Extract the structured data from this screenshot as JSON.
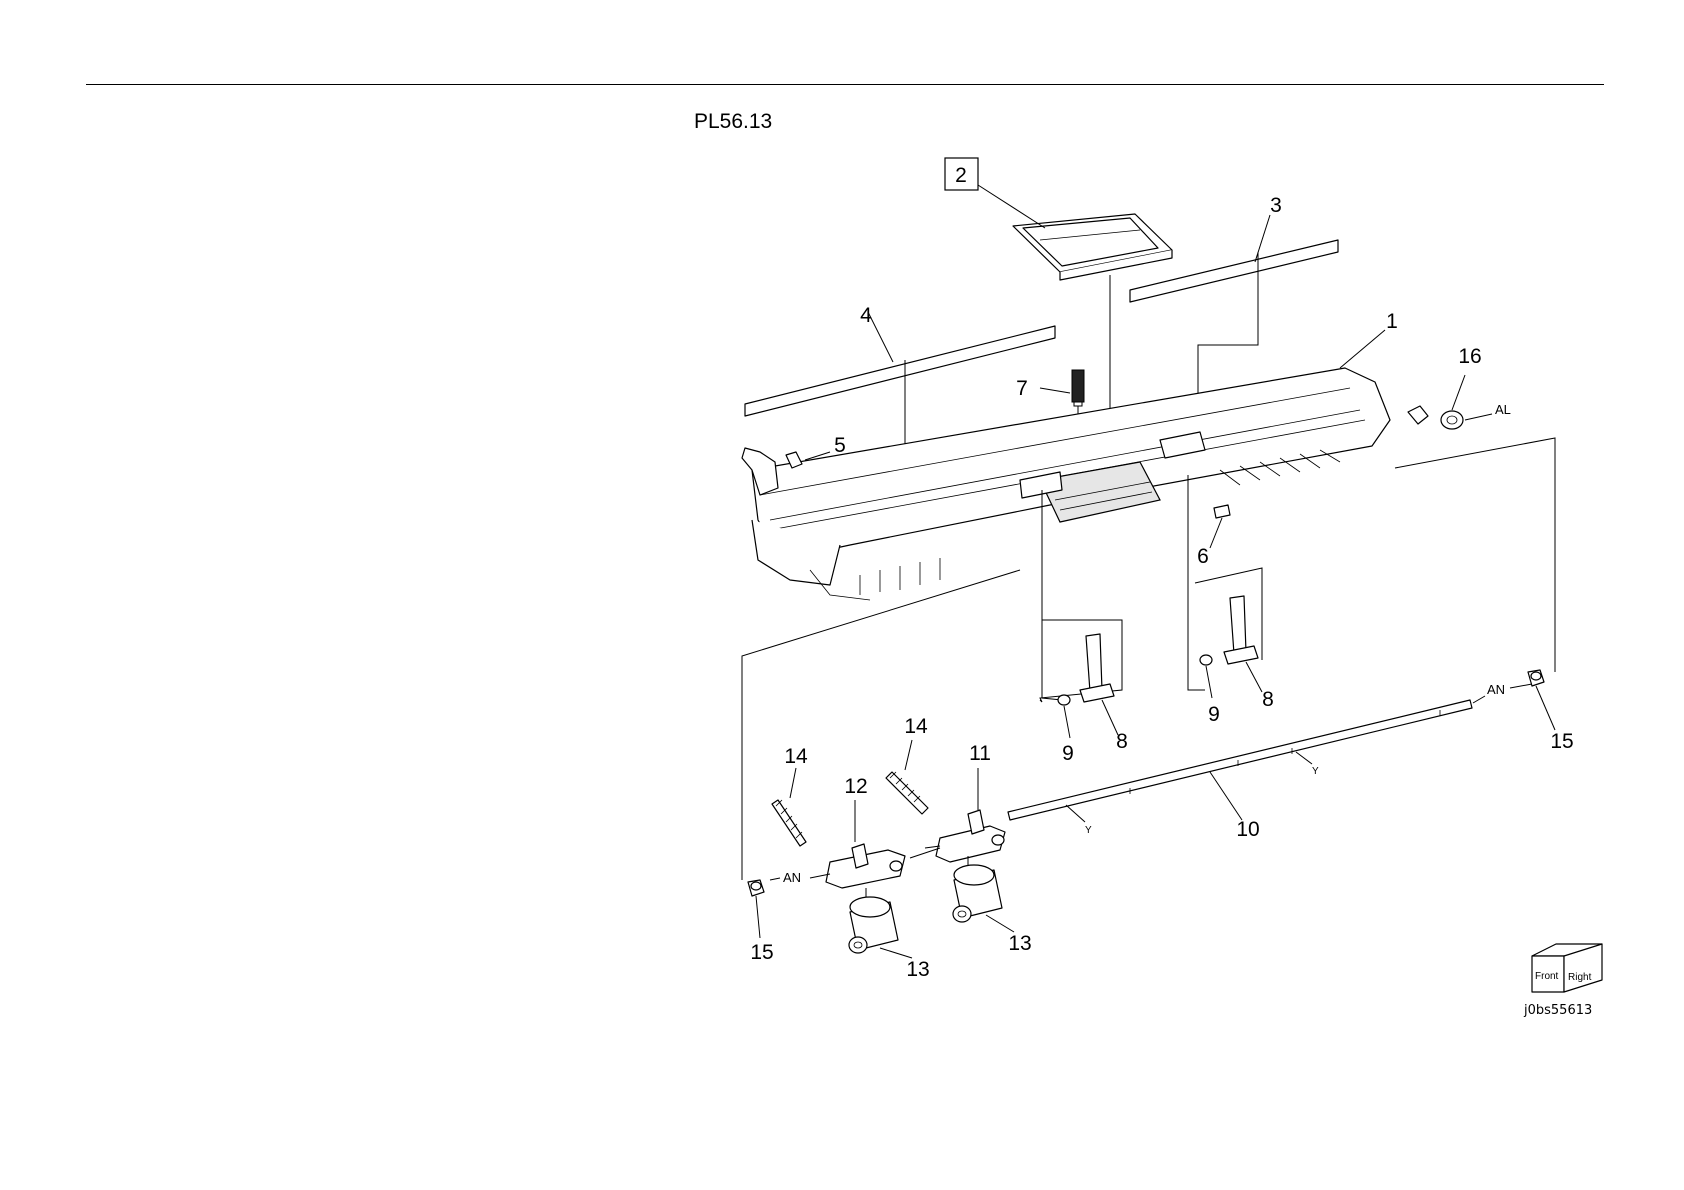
{
  "plate": {
    "id": "PL56.13"
  },
  "image_code": "j0bs55613",
  "orientation_cube": {
    "front_label": "Front",
    "right_label": "Right"
  },
  "callouts": {
    "c1": "1",
    "c2": "2",
    "c3": "3",
    "c4": "4",
    "c5": "5",
    "c6": "6",
    "c7": "7",
    "c8a": "8",
    "c8b": "8",
    "c9a": "9",
    "c9b": "9",
    "c10": "10",
    "c11": "11",
    "c12": "12",
    "c13a": "13",
    "c13b": "13",
    "c14a": "14",
    "c14b": "14",
    "c15a": "15",
    "c15b": "15",
    "c16": "16"
  },
  "reference_marks": {
    "al": "AL",
    "an_right": "AN",
    "an_left": "AN",
    "y_left": "Y",
    "y_right": "Y"
  }
}
